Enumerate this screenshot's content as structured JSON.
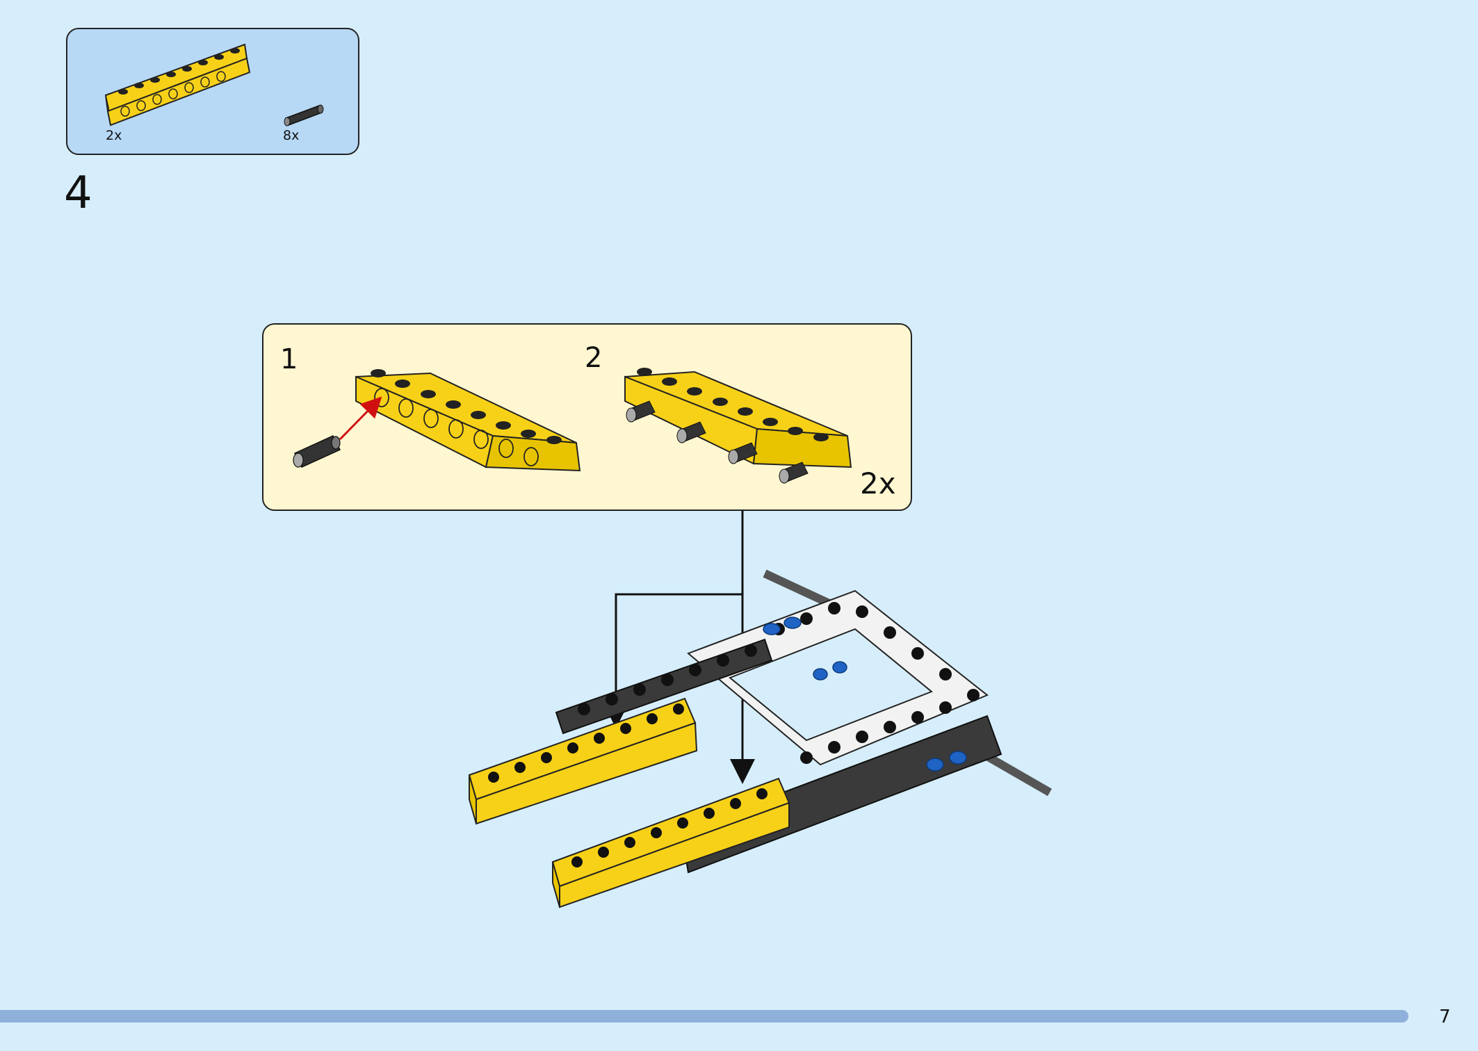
{
  "parts_list": {
    "items": [
      {
        "name": "yellow-technic-beam-8",
        "quantity": "2x"
      },
      {
        "name": "black-connector-pin",
        "quantity": "8x"
      }
    ]
  },
  "step": {
    "number": "4"
  },
  "callout": {
    "substeps": [
      "1",
      "2"
    ],
    "multiplier": "2x"
  },
  "colors": {
    "background": "#d6eefb",
    "parts_box": "#b7d9f6",
    "callout_box": "#fff7d1",
    "yellow_brick": "#f7d117",
    "black_brick": "#3a3a3a",
    "white_brick": "#f2f2f2",
    "blue_pin": "#1f63c4",
    "red_arrow": "#d01010",
    "progress": "#8fb0db"
  },
  "footer": {
    "page_number": "7"
  }
}
